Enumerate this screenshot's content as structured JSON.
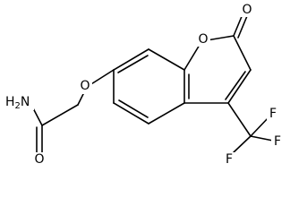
{
  "molecule": {
    "atoms": {
      "ring_oxygen": "O",
      "carbonyl_oxygen": "O",
      "ether_oxygen": "O",
      "amide_oxygen": "O",
      "amide_nitrogen": "H",
      "amide_nitrogen_count": "2",
      "amide_nitrogen_element": "N",
      "fluorine_1": "F",
      "fluorine_2": "F",
      "fluorine_3": "F"
    }
  }
}
